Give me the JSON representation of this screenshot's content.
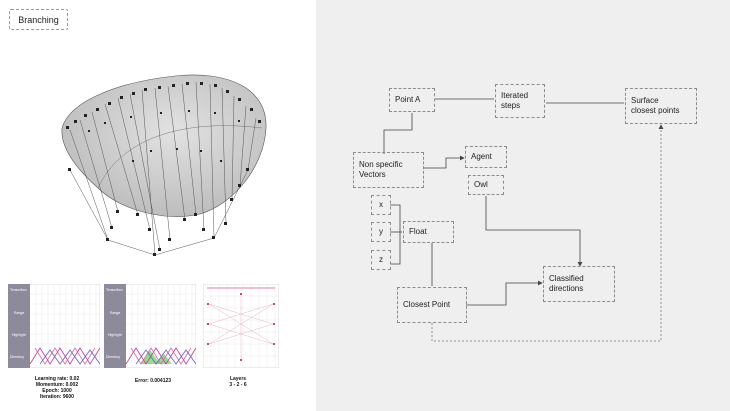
{
  "header": {
    "tag": "Branching"
  },
  "panels": {
    "side_labels": [
      "Tensorflow",
      "Range",
      "Highlight",
      "Directory"
    ],
    "caption_left": [
      "Learning rate: 0.02",
      "Momentum: 0.002",
      "Epoch: 1000",
      "Iteration: 9600"
    ],
    "caption_mid": "Error: 0.004123",
    "caption_right": [
      "Layers",
      "3 - 2 - 6"
    ]
  },
  "diagram": {
    "nodes": {
      "point_a": "Point A",
      "iterated_1": "Iterated",
      "iterated_2": "steps",
      "surface_1": "Surface",
      "surface_2": "closest points",
      "nonspec_1": "Non specific",
      "nonspec_2": "Vectors",
      "agent": "Agent",
      "owl": "Owl",
      "x": "x",
      "y": "y",
      "z": "z",
      "float": "Float",
      "classified_1": "Classified",
      "classified_2": "directions",
      "closest": "Closest Point"
    }
  }
}
